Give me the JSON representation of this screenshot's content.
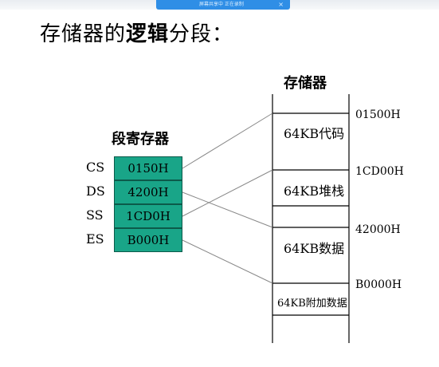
{
  "notification": {
    "text": "屏幕共享中 正在录制",
    "close": "×"
  },
  "title": {
    "part1": "存储器的",
    "part2": "逻辑",
    "part3": "分段："
  },
  "registers_heading": "段寄存器",
  "memory_heading": "存储器",
  "registers": [
    {
      "name": "CS",
      "value": "0150H"
    },
    {
      "name": "DS",
      "value": "4200H"
    },
    {
      "name": "SS",
      "value": "1CD0H"
    },
    {
      "name": "ES",
      "value": "B000H"
    }
  ],
  "segments": [
    "64KB代码",
    "64KB堆栈",
    "64KB数据",
    "64KB附加数据"
  ],
  "addresses": [
    "01500H",
    "1CD00H",
    "42000H",
    "B0000H"
  ],
  "colors": {
    "register_fill": "#19a588",
    "register_border": "#0c5a4a",
    "line": "#888888"
  }
}
